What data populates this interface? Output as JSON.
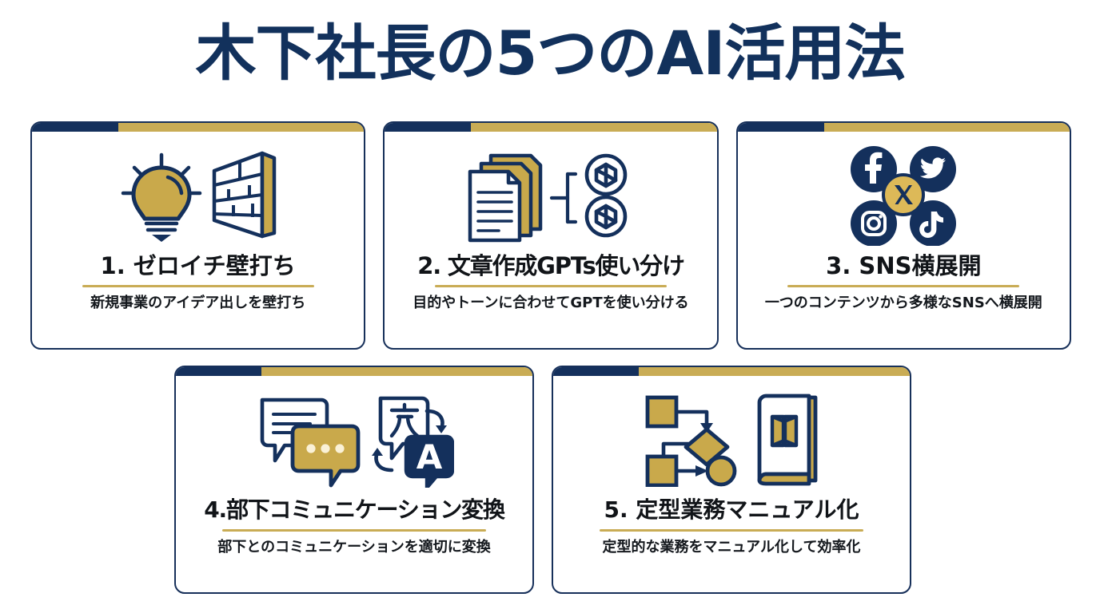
{
  "poster": {
    "title": "木下社長の5つのAI活用法",
    "background_color": "#FFFFFF",
    "navy": "#12315C",
    "gold": "#C9AC55",
    "text_dark": "#111418"
  },
  "cards": [
    {
      "id": "card-1",
      "title": "1. ゼロイチ壁打ち",
      "subtitle": "新規事業のアイデア出しを壁打ち",
      "icon": "lightbulb-brickwall-icon"
    },
    {
      "id": "card-2",
      "title": "2. 文章作成GPTs使い分け",
      "subtitle": "目的やトーンに合わせてGPTを使い分ける",
      "icon": "documents-openai-branch-icon"
    },
    {
      "id": "card-3",
      "title": "3. SNS横展開",
      "subtitle": "一つのコンテンツから多様なSNSへ横展開",
      "icon": "sns-network-icon"
    },
    {
      "id": "card-4",
      "title": "4.部下コミュニケーション変換",
      "subtitle": "部下とのコミュニケーションを適切に変換",
      "icon": "chat-translate-icon"
    },
    {
      "id": "card-5",
      "title": "5. 定型業務マニュアル化",
      "subtitle": "定型的な業務をマニュアル化して効率化",
      "icon": "flowchart-book-icon"
    }
  ]
}
